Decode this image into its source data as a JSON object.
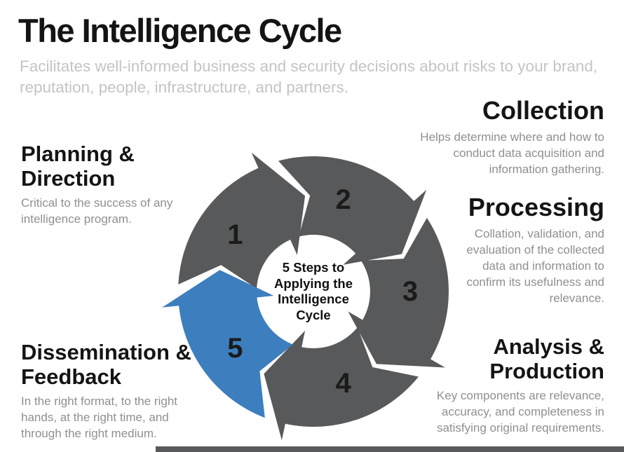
{
  "page": {
    "title": "The Intelligence Cycle",
    "subtitle": "Facilitates well-informed business and security decisions about risks to your brand, reputation, people, infrastructure, and partners."
  },
  "center": {
    "label": "5 Steps to Applying the Intelligence Cycle"
  },
  "colors": {
    "segment_gray": "#58595b",
    "segment_highlight_blue": "#3d7ebf",
    "heading_text": "#141414",
    "body_text": "#8f8f8f",
    "subtitle_text": "#c4c4c4",
    "footer_bar": "#58595b"
  },
  "steps": [
    {
      "number": "1",
      "title": "Planning & Direction",
      "description": "Critical to the success of any intelligence program.",
      "highlighted": false
    },
    {
      "number": "2",
      "title": "Collection",
      "description": "Helps determine where and how to conduct data acquisition and information gathering.",
      "highlighted": false
    },
    {
      "number": "3",
      "title": "Processing",
      "description": "Collation, validation, and evaluation of the collected data and information to confirm its usefulness and relevance.",
      "highlighted": false
    },
    {
      "number": "4",
      "title": "Analysis & Production",
      "description": "Key components are relevance, accuracy, and completeness in satisfying original requirements.",
      "highlighted": false
    },
    {
      "number": "5",
      "title": "Dissemination & Feedback",
      "description": "In the right format, to the right hands, at the right time, and through the right medium.",
      "highlighted": true
    }
  ]
}
